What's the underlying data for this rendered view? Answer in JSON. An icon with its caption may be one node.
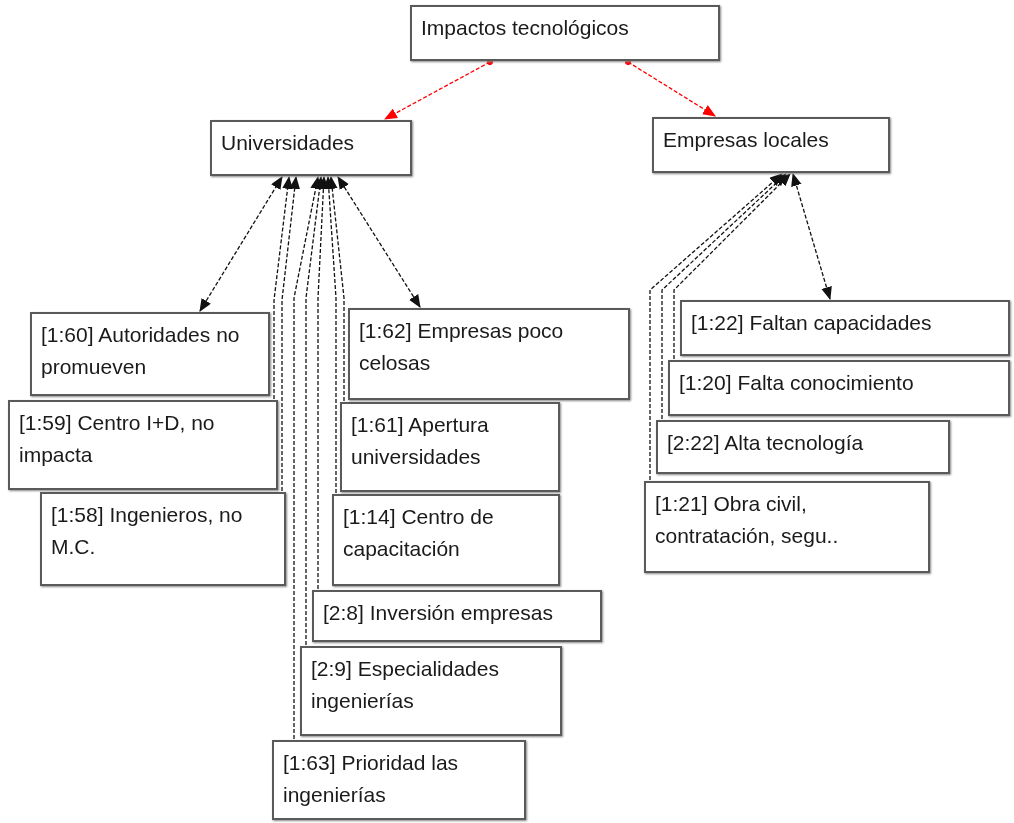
{
  "diagram": {
    "nodes": [
      {
        "text": [
          "Impactos tecnológicos"
        ]
      },
      {
        "text": [
          "Universidades"
        ]
      },
      {
        "text": [
          "Empresas locales"
        ]
      },
      {
        "text": [
          "[1:60] Autoridades no promueven"
        ]
      },
      {
        "text": [
          "[1:62] Empresas poco celosas"
        ]
      },
      {
        "text": [
          "[1:59] Centro I+D, no impacta"
        ]
      },
      {
        "text": [
          "[1:61] Apertura universidades"
        ]
      },
      {
        "text": [
          "[1:58] Ingenieros, no M.C."
        ]
      },
      {
        "text": [
          "[1:14] Centro de capacitación"
        ]
      },
      {
        "text": [
          "[2:8] Inversión empresas"
        ]
      },
      {
        "text": [
          "[2:9] Especialidades ingenierías"
        ]
      },
      {
        "text": [
          "[1:63] Prioridad las ingenierías"
        ]
      },
      {
        "text": [
          "[1:22] Faltan capacidades"
        ]
      },
      {
        "text": [
          "[1:20] Falta conocimiento"
        ]
      },
      {
        "text": [
          "[2:22] Alta tecnología"
        ]
      },
      {
        "text": [
          "[1:21] Obra civil, contratación, segu.."
        ]
      }
    ],
    "edges": [
      {
        "from": 0,
        "to": 1,
        "arrow": "to",
        "style": "dashed",
        "color": "#ff0000"
      },
      {
        "from": 0,
        "to": 2,
        "arrow": "to",
        "style": "dashed",
        "color": "#ff0000"
      },
      {
        "from": 3,
        "to": 1,
        "arrow": "both",
        "style": "dashed"
      },
      {
        "from": 5,
        "to": 1,
        "arrow": "to",
        "style": "dashed"
      },
      {
        "from": 7,
        "to": 1,
        "arrow": "to",
        "style": "dashed"
      },
      {
        "from": 4,
        "to": 1,
        "arrow": "both",
        "style": "dashed"
      },
      {
        "from": 6,
        "to": 1,
        "arrow": "to",
        "style": "dashed"
      },
      {
        "from": 8,
        "to": 1,
        "arrow": "to",
        "style": "dashed"
      },
      {
        "from": 9,
        "to": 1,
        "arrow": "to",
        "style": "dashed"
      },
      {
        "from": 10,
        "to": 1,
        "arrow": "to",
        "style": "dashed"
      },
      {
        "from": 11,
        "to": 1,
        "arrow": "to",
        "style": "dashed"
      },
      {
        "from": 12,
        "to": 2,
        "arrow": "both",
        "style": "dashed"
      },
      {
        "from": 13,
        "to": 2,
        "arrow": "to",
        "style": "dashed"
      },
      {
        "from": 14,
        "to": 2,
        "arrow": "to",
        "style": "dashed"
      },
      {
        "from": 15,
        "to": 2,
        "arrow": "to",
        "style": "dashed"
      }
    ]
  }
}
